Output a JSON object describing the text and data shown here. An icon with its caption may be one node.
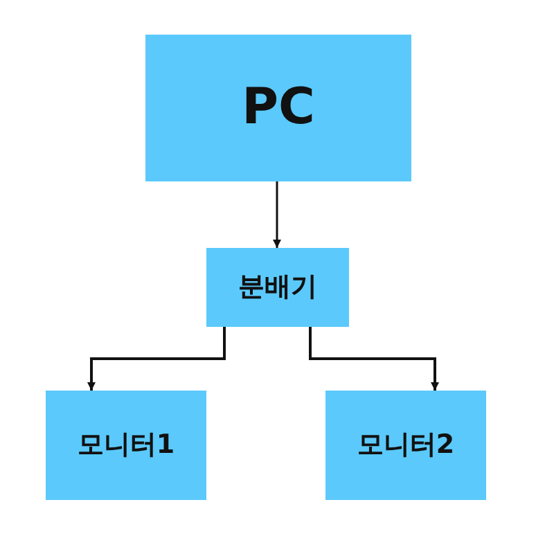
{
  "diagram": {
    "nodes": [
      {
        "text": [
          "PC"
        ]
      },
      {
        "text": [
          "분배기"
        ]
      },
      {
        "text": [
          "모니터1"
        ]
      },
      {
        "text": [
          "모니터2"
        ]
      }
    ],
    "edges": [
      {
        "from": 0,
        "to": 1,
        "arrow": "to"
      },
      {
        "from": 1,
        "to": 2,
        "arrow": "to"
      },
      {
        "from": 1,
        "to": 3,
        "arrow": "to"
      }
    ]
  }
}
